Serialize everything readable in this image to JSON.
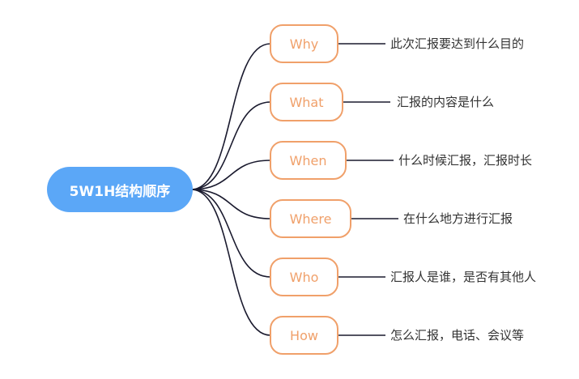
{
  "root": {
    "label": "5W1H结构顺序"
  },
  "branches": [
    {
      "label": "Why",
      "description": "此次汇报要达到什么目的"
    },
    {
      "label": "What",
      "description": "汇报的内容是什么"
    },
    {
      "label": "When",
      "description": "什么时候汇报，汇报时长"
    },
    {
      "label": "Where",
      "description": "在什么地方进行汇报"
    },
    {
      "label": "Who",
      "description": "汇报人是谁，是否有其他人"
    },
    {
      "label": "How",
      "description": "怎么汇报，电话、会议等"
    }
  ],
  "colors": {
    "root_fill": "#5ba7f7",
    "branch_border": "#f0a06a",
    "branch_text": "#f0a06a",
    "connector": "#1a1a2e",
    "leaf_text": "#333333"
  }
}
